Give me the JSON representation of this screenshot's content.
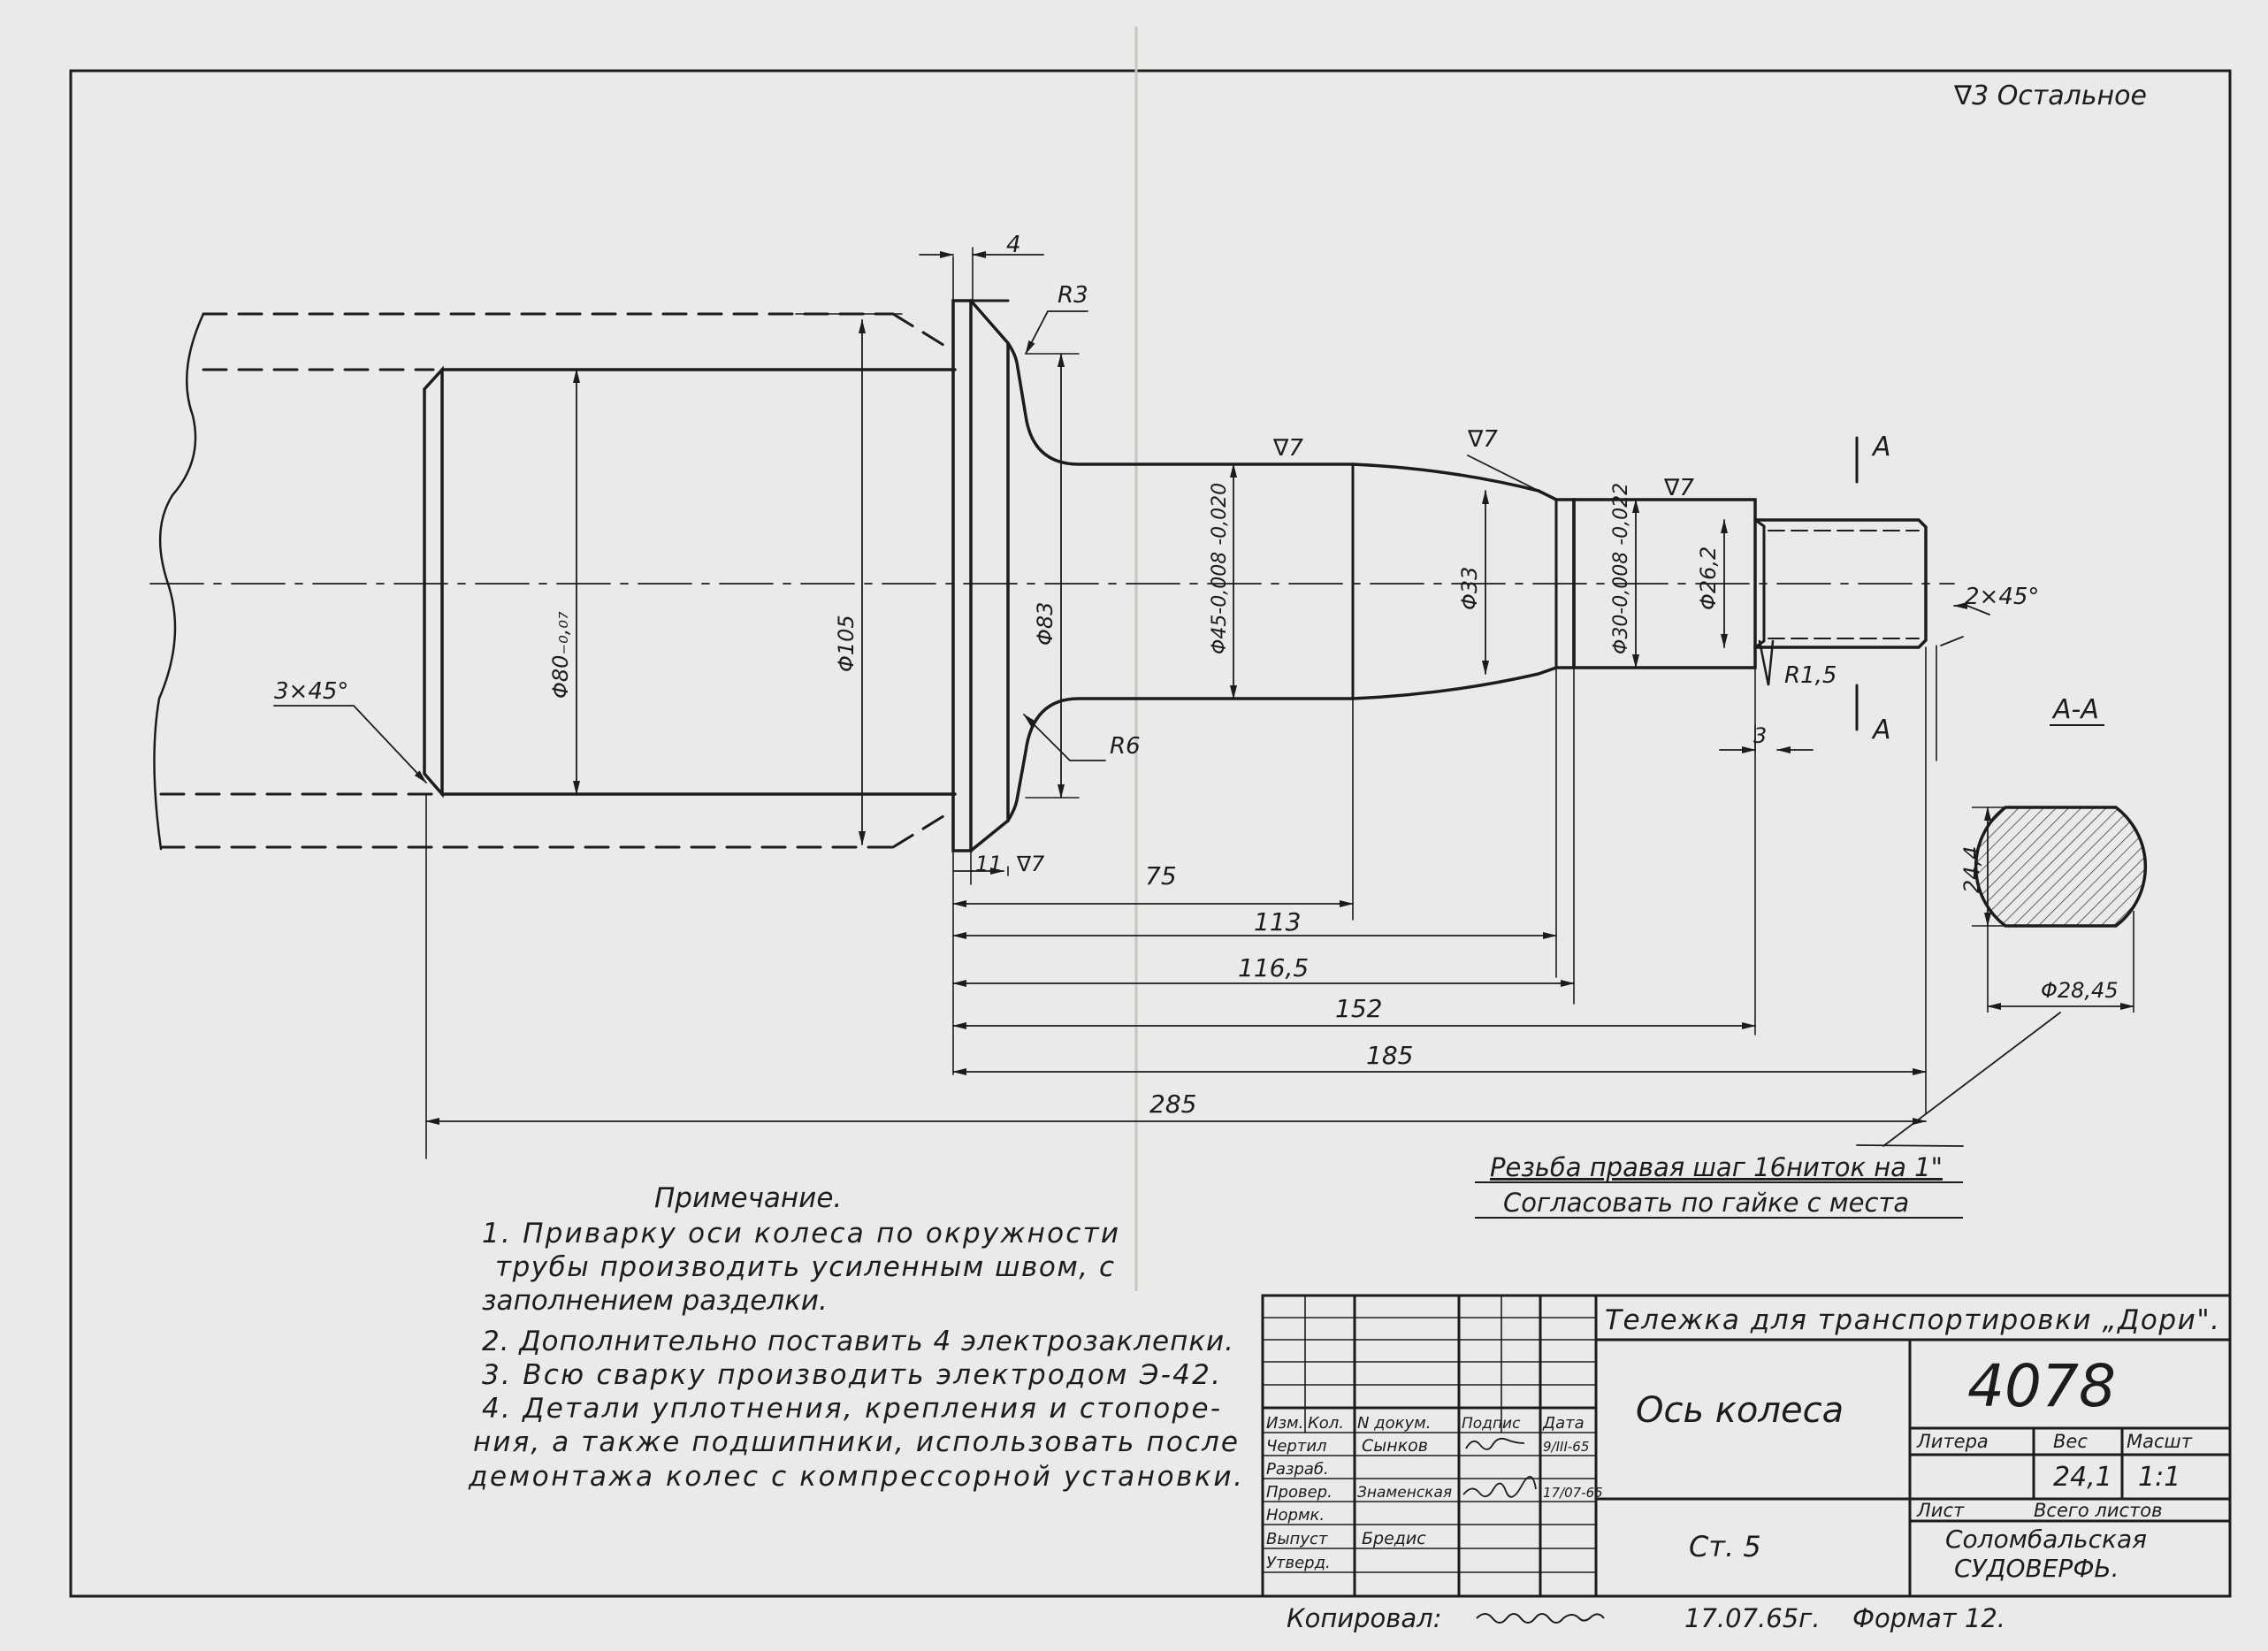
{
  "roughness_general": "∇3 Остальное",
  "dimensions": {
    "d4": "4",
    "r3": "R3",
    "r6": "R6",
    "s7a": "∇7",
    "s7b": "∇7",
    "s7c": "∇7",
    "s7d": "∇7",
    "chamfer_left": "3×45°",
    "d80": "Φ80₋₀,₀₇",
    "d105": "Φ105",
    "d83": "Φ83",
    "d45": "Φ45-0,008 -0,020",
    "d33": "Φ33",
    "d30": "Φ30-0,008 -0,022",
    "d26": "Φ26,2",
    "chamfer_right": "2×45°",
    "r15": "R1,5",
    "d3": "3",
    "d11": "11",
    "l75": "75",
    "l113": "113",
    "l1165": "116,5",
    "l152": "152",
    "l185": "185",
    "l285": "285",
    "sect_mark_top": "A",
    "sect_mark_bot": "A",
    "section_title": "А-А",
    "sect_h": "24,4",
    "sect_d": "Φ28,45"
  },
  "thread_note": {
    "line1": "Резьба правая шаг 16ниток на 1\"",
    "line2": "Согласовать по гайке с места"
  },
  "notes": {
    "title": "Примечание.",
    "lines": [
      "1. Приварку оси колеса по окружности",
      "трубы производить усиленным швом, с",
      "заполнением разделки.",
      "2. Дополнительно поставить 4 электрозаклепки.",
      "3. Всю сварку производить электродом Э-42.",
      "4. Детали уплотнения, крепления и стопоре-",
      "ния, а также подшипники, использовать после",
      "демонтажа колес с компрессорной установки."
    ]
  },
  "title_block": {
    "assembly": "Тележка для транспортировки „Дори\".",
    "part_name": "Ось колеса",
    "number": "4078",
    "material": "Ст. 5",
    "org1": "Соломбальская",
    "org2": "СУДОВЕРФЬ.",
    "hdr_izm": "Изм.",
    "hdr_kol": "Кол.",
    "hdr_ndok": "N докум.",
    "hdr_podp": "Подпис",
    "hdr_data": "Дата",
    "role_chertil": "Чертил",
    "role_razrab": "Разраб.",
    "role_prover": "Провер.",
    "role_normk": "Нормк.",
    "role_vypust": "Выпуст",
    "role_utverd": "Утверд.",
    "name_chertil": "Сынков",
    "name_prover": "Знаменская",
    "name_vypust": "Бредис",
    "date_chertil": "9/III-65",
    "date_prover": "17/07-65",
    "litera_label": "Литера",
    "ves_label": "Вес",
    "masht_label": "Масшт",
    "ves_value": "24,1",
    "masht_value": "1:1",
    "list_label": "Лист",
    "vsego_label": "Всего листов"
  },
  "footer": {
    "copied": "Копировал:",
    "date": "17.07.65г.",
    "format": "Формат 12."
  }
}
